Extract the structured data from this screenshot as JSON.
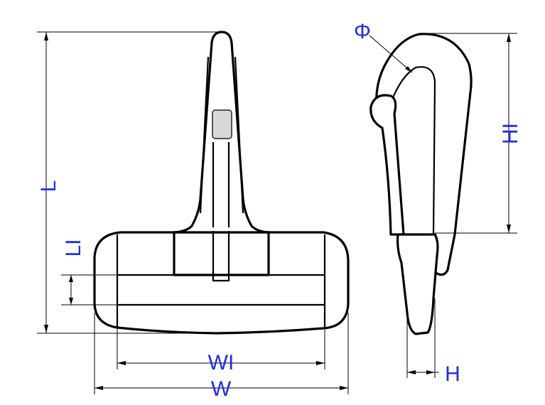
{
  "diagram": {
    "labels": {
      "L": "L",
      "LI": "LI",
      "W": "W",
      "WI": "WI",
      "HI": "HI",
      "H": "H",
      "phi": "Φ"
    },
    "colors": {
      "label": "#1f2fd8",
      "line": "#000000",
      "gate_fill": "#d8d8d8"
    }
  }
}
